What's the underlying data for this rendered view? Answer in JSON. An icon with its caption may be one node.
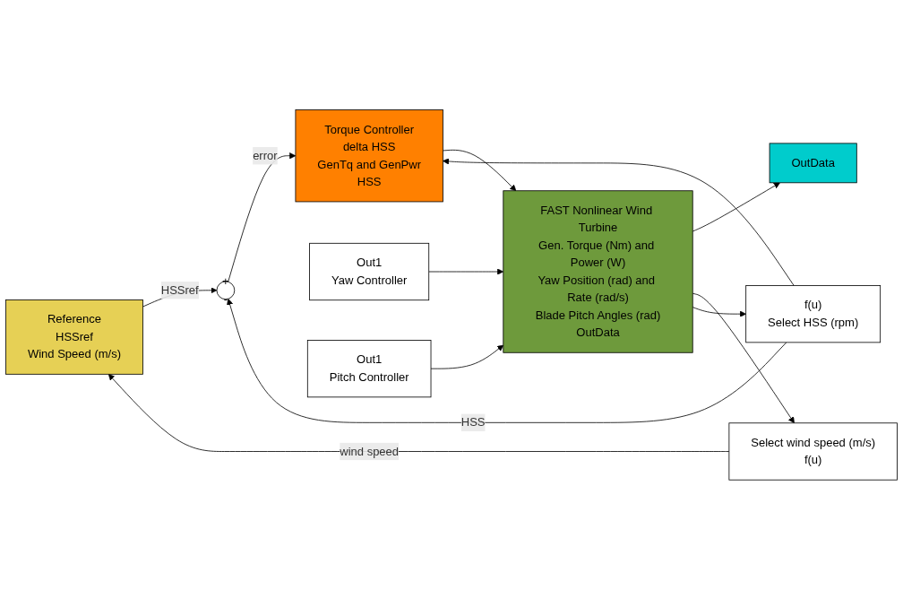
{
  "diagram": {
    "nodes": [
      {
        "text": [
          "Reference",
          "HSSref",
          "Wind Speed (m/s)"
        ]
      },
      {
        "text": [
          "Select wind speed (m/s)",
          "f(u)"
        ]
      },
      {
        "text": [
          "+",
          "-"
        ]
      },
      {
        "text": [
          "Torque Controller",
          "delta HSS",
          "GenTq and GenPwr",
          "HSS"
        ]
      },
      {
        "text": [
          "FAST Nonlinear Wind Turbine",
          "Gen. Torque (Nm) and Power (W)",
          "Yaw Position (rad) and Rate (rad/s)",
          "Blade Pitch Angles (rad)",
          "OutData"
        ]
      },
      {
        "text": [
          "Out1",
          "Yaw Controller"
        ]
      },
      {
        "text": [
          "Out1",
          "Pitch Controller"
        ]
      },
      {
        "text": [
          "OutData"
        ]
      },
      {
        "text": [
          "f(u)",
          "Select HSS (rpm)"
        ]
      }
    ],
    "edges": [
      {
        "from": 0,
        "to": 2,
        "arrow": "to",
        "label": "HSSref"
      },
      {
        "from": 1,
        "to": 0,
        "arrow": "to",
        "label": "wind speed"
      },
      {
        "from": 2,
        "to": 3,
        "arrow": "to",
        "label": "error"
      },
      {
        "from": 3,
        "to": 4,
        "arrow": "to"
      },
      {
        "from": 5,
        "to": 4,
        "arrow": "to"
      },
      {
        "from": 6,
        "to": 4,
        "arrow": "to"
      },
      {
        "from": 4,
        "to": 7,
        "arrow": "to"
      },
      {
        "from": 4,
        "to": 1,
        "arrow": "to"
      },
      {
        "from": 4,
        "to": 8,
        "arrow": "to"
      },
      {
        "from": 8,
        "to": 2,
        "arrow": "to",
        "label": "HSS"
      },
      {
        "from": 8,
        "to": 3,
        "arrow": "to"
      }
    ]
  }
}
